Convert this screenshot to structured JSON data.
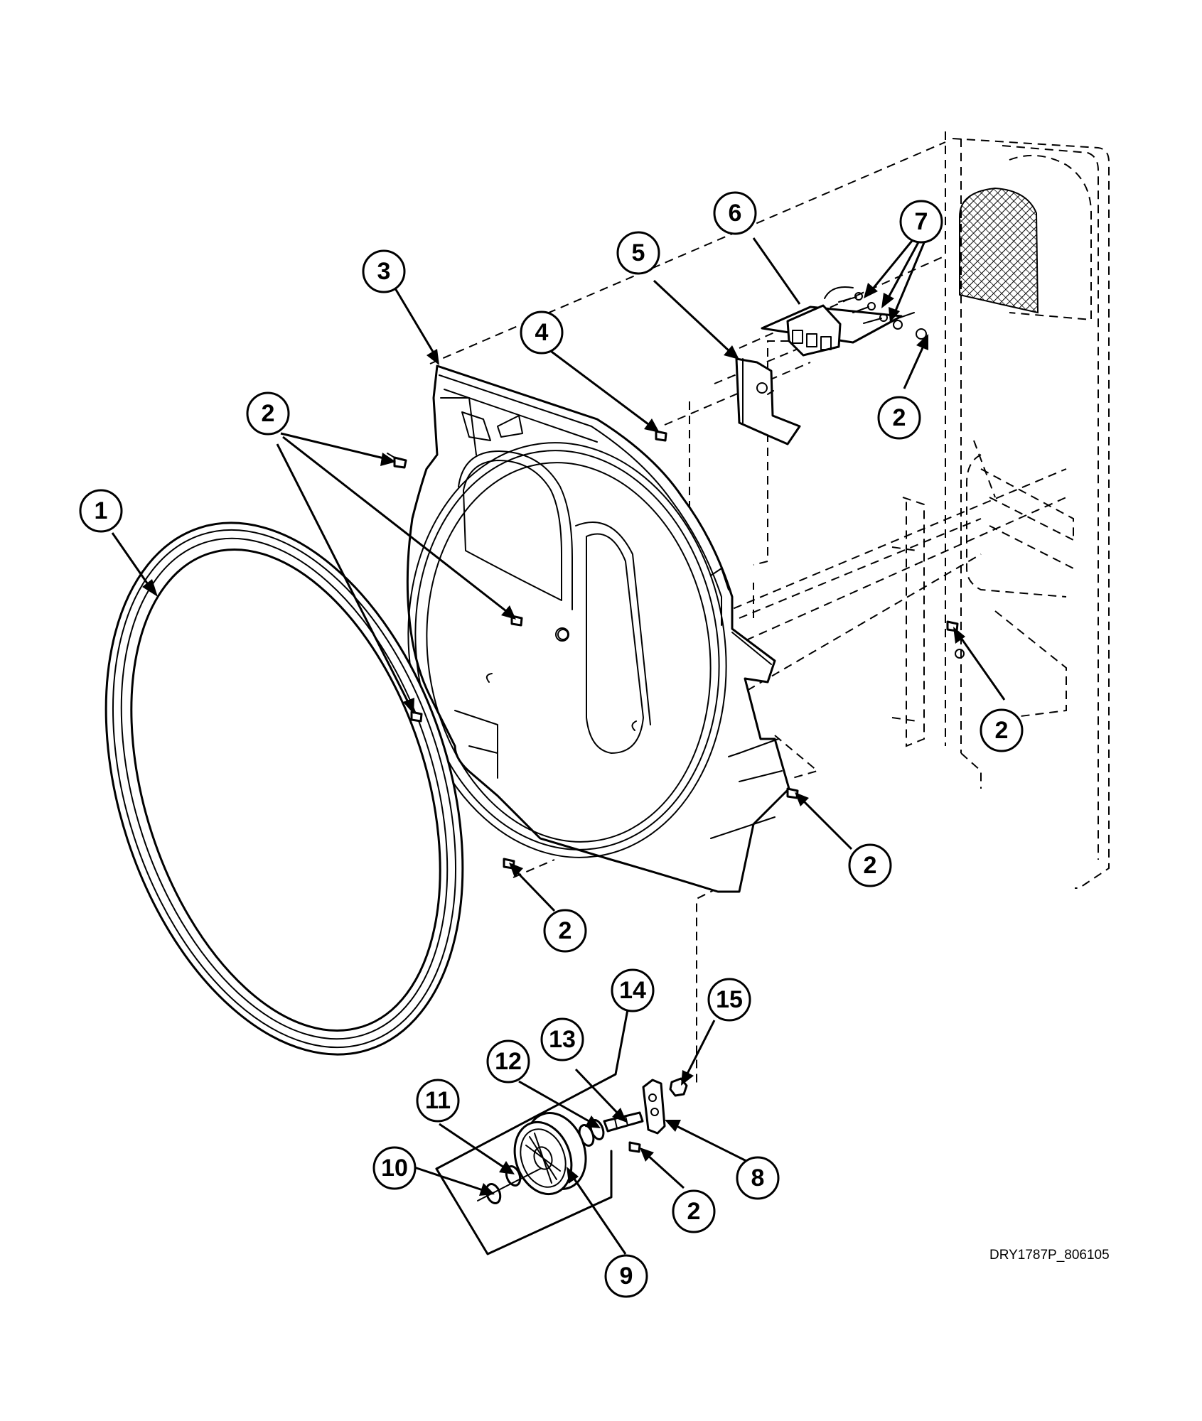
{
  "document_code": "DRY1787P_806105",
  "callouts": [
    {
      "id": "c1",
      "label": "1"
    },
    {
      "id": "c2a",
      "label": "2"
    },
    {
      "id": "c2b",
      "label": "2"
    },
    {
      "id": "c2c",
      "label": "2"
    },
    {
      "id": "c2d",
      "label": "2"
    },
    {
      "id": "c2e",
      "label": "2"
    },
    {
      "id": "c2f",
      "label": "2"
    },
    {
      "id": "c3",
      "label": "3"
    },
    {
      "id": "c4",
      "label": "4"
    },
    {
      "id": "c5",
      "label": "5"
    },
    {
      "id": "c6",
      "label": "6"
    },
    {
      "id": "c7",
      "label": "7"
    },
    {
      "id": "c8",
      "label": "8"
    },
    {
      "id": "c9",
      "label": "9"
    },
    {
      "id": "c10",
      "label": "10"
    },
    {
      "id": "c11",
      "label": "11"
    },
    {
      "id": "c12",
      "label": "12"
    },
    {
      "id": "c13",
      "label": "13"
    },
    {
      "id": "c14",
      "label": "14"
    },
    {
      "id": "c15",
      "label": "15"
    },
    {
      "id": "c2g",
      "label": "2"
    }
  ]
}
